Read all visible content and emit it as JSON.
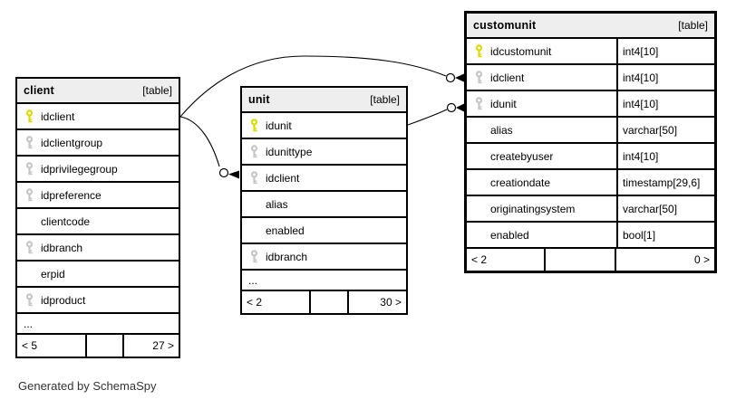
{
  "caption": "Generated by SchemaSpy",
  "colors": {
    "primary_key": "#dcdc00",
    "foreign_key": "#c6c6c6",
    "header_bg": "#eeeeee",
    "border": "#000000",
    "relationship_line": "#000000"
  },
  "tables": [
    {
      "id": "client",
      "name": "client",
      "tag": "[table]",
      "columns": [
        {
          "name": "idclient",
          "type": "",
          "key": "primary"
        },
        {
          "name": "idclientgroup",
          "type": "",
          "key": "foreign"
        },
        {
          "name": "idprivilegegroup",
          "type": "",
          "key": "foreign"
        },
        {
          "name": "idpreference",
          "type": "",
          "key": "foreign"
        },
        {
          "name": "clientcode",
          "type": "",
          "key": "none"
        },
        {
          "name": "idbranch",
          "type": "",
          "key": "foreign"
        },
        {
          "name": "erpid",
          "type": "",
          "key": "none"
        },
        {
          "name": "idproduct",
          "type": "",
          "key": "foreign"
        }
      ],
      "ellipsis": "...",
      "footer": {
        "left": "< 5",
        "middle": "",
        "right": "27 >"
      }
    },
    {
      "id": "unit",
      "name": "unit",
      "tag": "[table]",
      "columns": [
        {
          "name": "idunit",
          "type": "",
          "key": "primary"
        },
        {
          "name": "idunittype",
          "type": "",
          "key": "foreign"
        },
        {
          "name": "idclient",
          "type": "",
          "key": "foreign"
        },
        {
          "name": "alias",
          "type": "",
          "key": "none"
        },
        {
          "name": "enabled",
          "type": "",
          "key": "none"
        },
        {
          "name": "idbranch",
          "type": "",
          "key": "foreign"
        }
      ],
      "ellipsis": "...",
      "footer": {
        "left": "< 2",
        "middle": "",
        "right": "30 >"
      }
    },
    {
      "id": "customunit",
      "name": "customunit",
      "tag": "[table]",
      "columns": [
        {
          "name": "idcustomunit",
          "type": "int4[10]",
          "key": "primary"
        },
        {
          "name": "idclient",
          "type": "int4[10]",
          "key": "foreign"
        },
        {
          "name": "idunit",
          "type": "int4[10]",
          "key": "foreign"
        },
        {
          "name": "alias",
          "type": "varchar[50]",
          "key": "none"
        },
        {
          "name": "createbyuser",
          "type": "int4[10]",
          "key": "none"
        },
        {
          "name": "creationdate",
          "type": "timestamp[29,6]",
          "key": "none"
        },
        {
          "name": "originatingsystem",
          "type": "varchar[50]",
          "key": "none"
        },
        {
          "name": "enabled",
          "type": "bool[1]",
          "key": "none"
        }
      ],
      "ellipsis": "",
      "footer": {
        "left": "< 2",
        "middle": "",
        "right": "0 >"
      }
    }
  ],
  "relationships": [
    {
      "from": "client.idclient",
      "to": "unit.idclient"
    },
    {
      "from": "client.idclient",
      "to": "customunit.idclient"
    },
    {
      "from": "unit.idunit",
      "to": "customunit.idunit"
    }
  ]
}
